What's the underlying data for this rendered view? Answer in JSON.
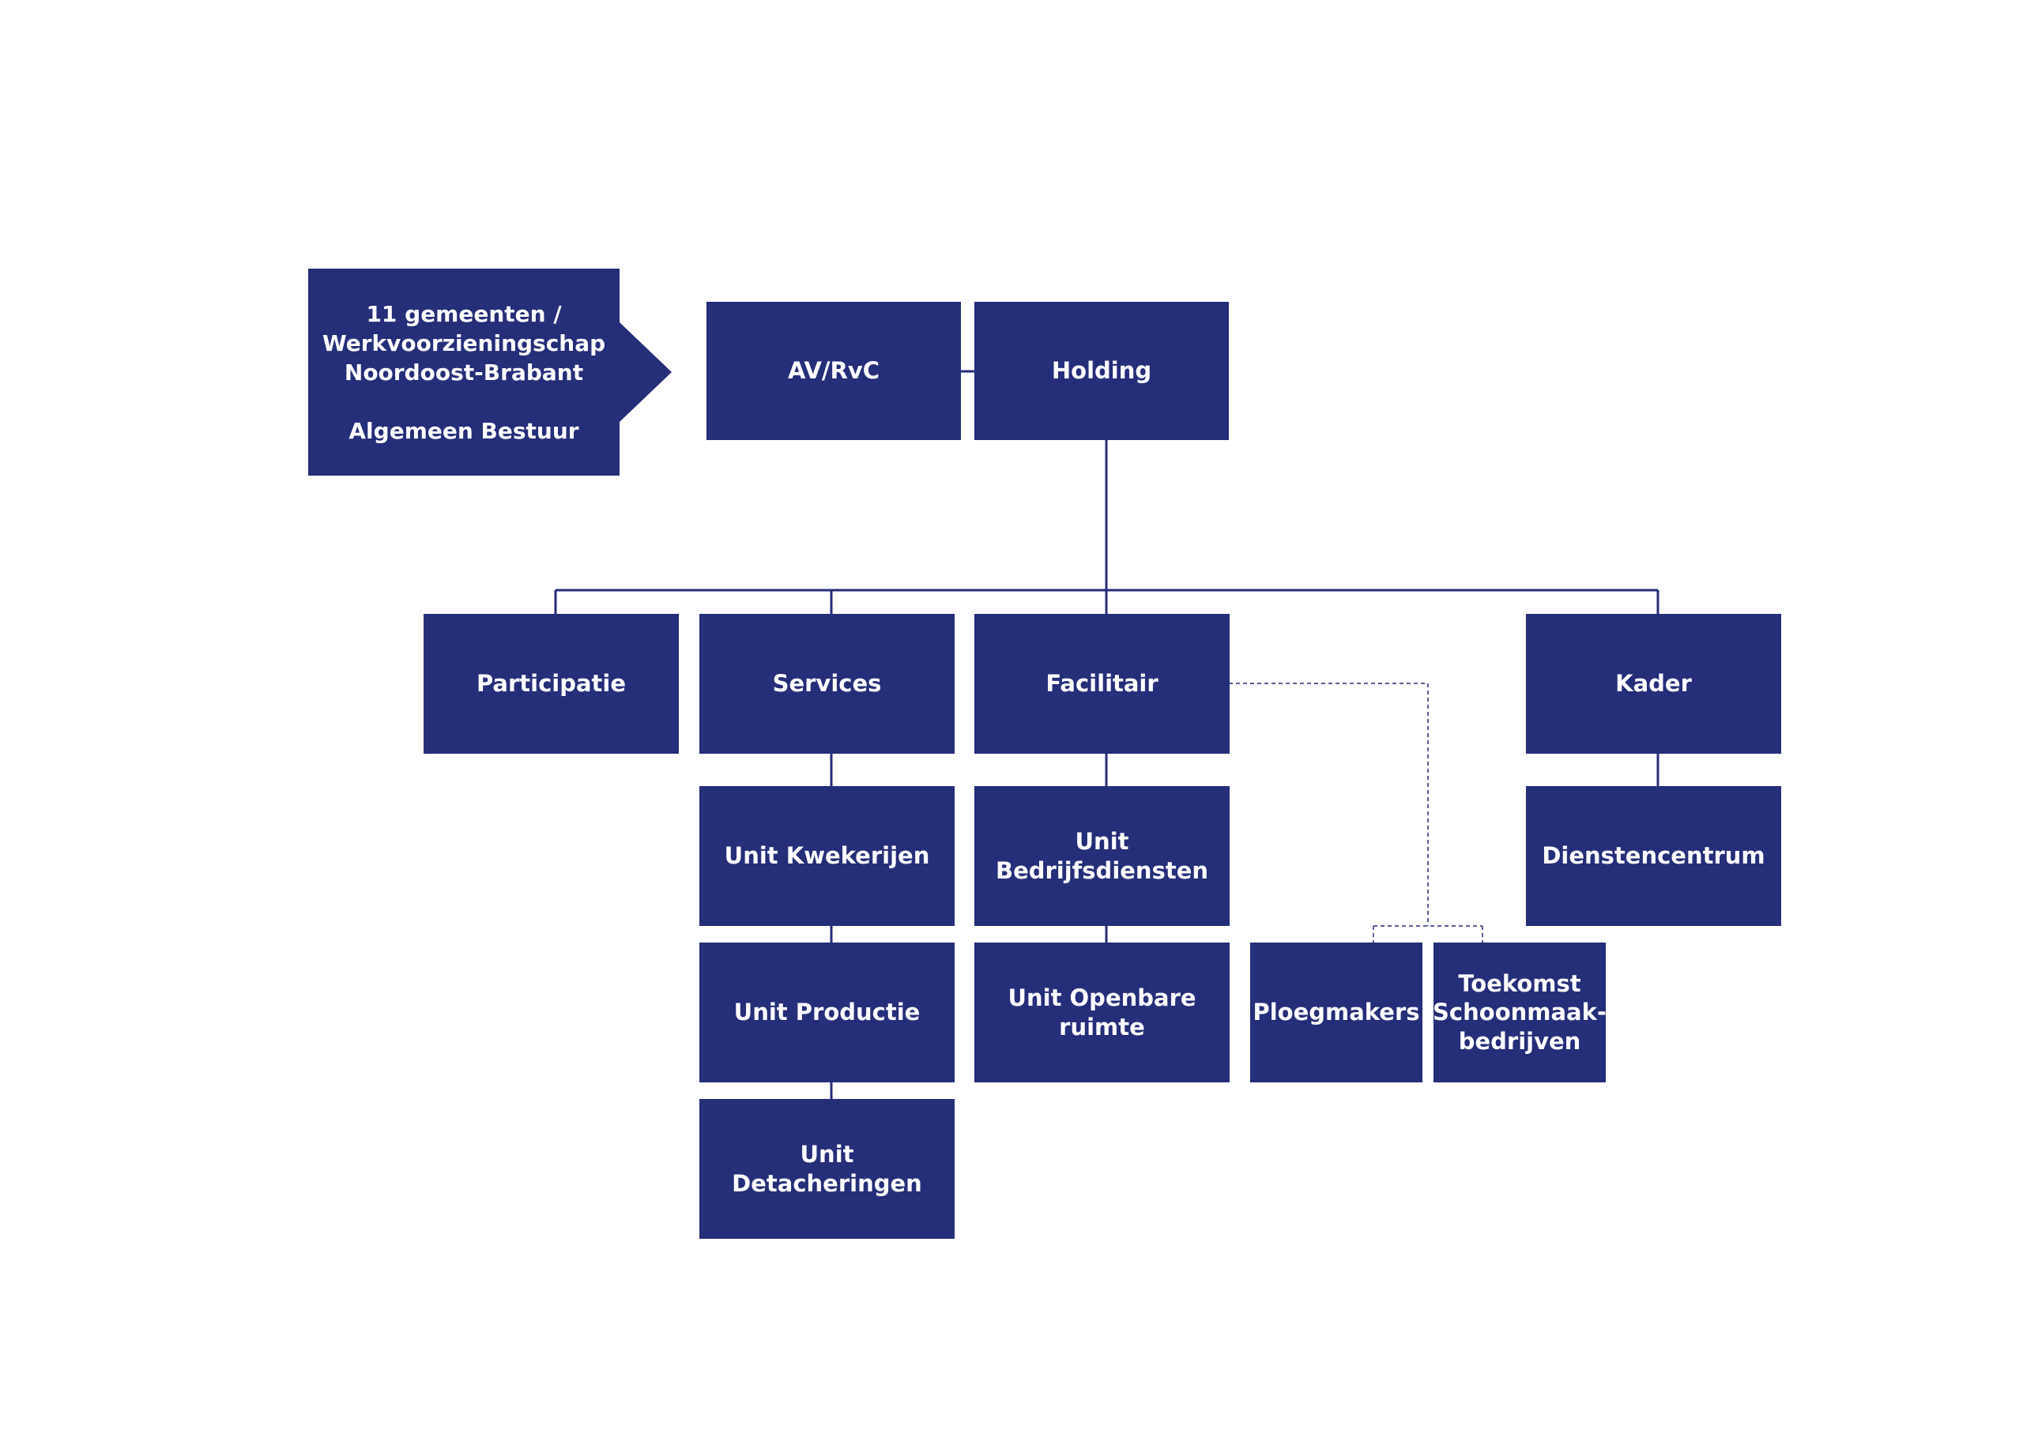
{
  "owner": {
    "line1": "11 gemeenten /",
    "line2": "Werkvoorzieningschap",
    "line3": "Noordoost-Brabant",
    "line4": "Algemeen Bestuur"
  },
  "nodes": {
    "av_rvc": "AV/RvC",
    "holding": "Holding",
    "participatie": "Participatie",
    "services": "Services",
    "facilitair": "Facilitair",
    "kader": "Kader",
    "unit_kwekerijen": "Unit Kwekerijen",
    "unit_productie": "Unit Productie",
    "unit_detacheringen": "Unit Detacheringen",
    "unit_bedrijfsdiensten": "Unit Bedrijfsdiensten",
    "unit_openbare_ruimte": "Unit Openbare ruimte",
    "ploegmakers": "Ploegmakers",
    "toekomst": [
      "Toekomst",
      "Schoonmaak-",
      "bedrijven"
    ],
    "dienstencentrum": "Dienstencentrum"
  },
  "colors": {
    "box_fill": "#252e78",
    "text": "#ffffff",
    "connector": "#252e78",
    "dashed_connector": "#5a5f9a"
  }
}
